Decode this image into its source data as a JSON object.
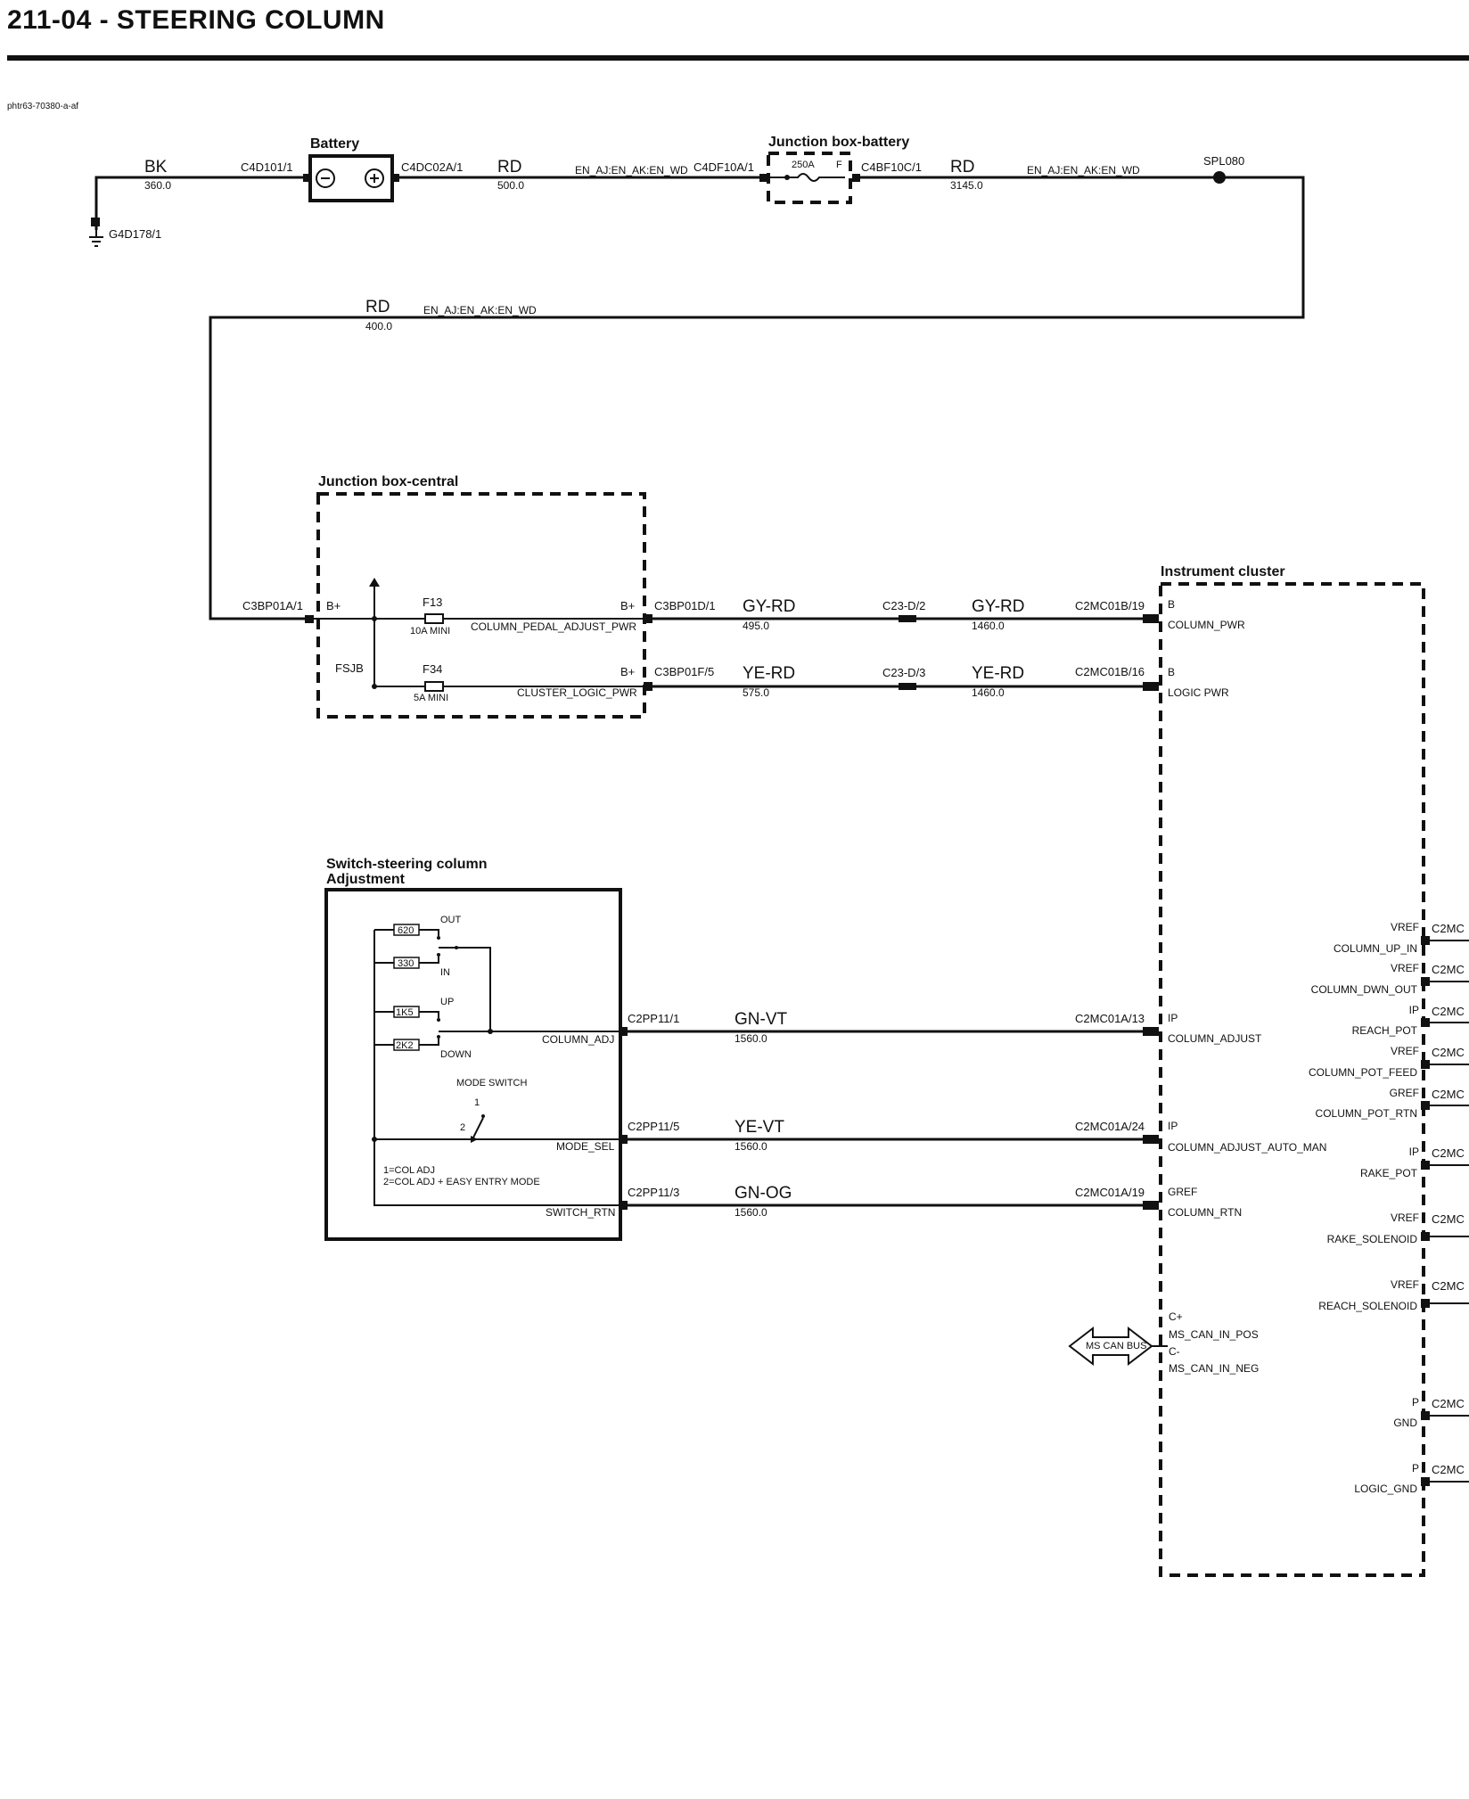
{
  "header": {
    "title": "211-04 - STEERING COLUMN",
    "doc_ref": "phtr63-70380-a-af"
  },
  "components": {
    "battery": "Battery",
    "jb_battery": "Junction box-battery",
    "jb_central": "Junction box-central",
    "switch": {
      "line1": "Switch-steering column",
      "line2": "Adjustment"
    },
    "cluster": "Instrument cluster"
  },
  "top_circuit": {
    "ground": "G4D178/1",
    "bk_color": "BK",
    "bk_len": "360.0",
    "c4d101": "C4D101/1",
    "c4dc02a": "C4DC02A/1",
    "rd1_color": "RD",
    "rd1_len": "500.0",
    "rd1_opt": "EN_AJ:EN_AK:EN_WD",
    "c4df10a": "C4DF10A/1",
    "fuse": "250A",
    "fuse_f": "F",
    "c4bf10c": "C4BF10C/1",
    "rd2_color": "RD",
    "rd2_len": "3145.0",
    "rd2_opt": "EN_AJ:EN_AK:EN_WD",
    "splice": "SPL080",
    "rd3_color": "RD",
    "rd3_len": "400.0",
    "rd3_opt": "EN_AJ:EN_AK:EN_WD"
  },
  "jb_central": {
    "c3bp01a": "C3BP01A/1",
    "bplus_in": "B+",
    "fsjb": "FSJB",
    "f13": "F13",
    "f13_rating": "10A MINI",
    "sig1": "COLUMN_PEDAL_ADJUST_PWR",
    "f34": "F34",
    "f34_rating": "5A MINI",
    "sig2": "CLUSTER_LOGIC_PWR",
    "bplus_out1": "B+",
    "bplus_out2": "B+"
  },
  "power_wires": [
    {
      "conn_from": "C3BP01D/1",
      "color1": "GY-RD",
      "len1": "495.0",
      "inline": "C23-D/2",
      "color2": "GY-RD",
      "len2": "1460.0",
      "conn_to": "C2MC01B/19",
      "pin_type": "B",
      "signal": "COLUMN_PWR"
    },
    {
      "conn_from": "C3BP01F/5",
      "color1": "YE-RD",
      "len1": "575.0",
      "inline": "C23-D/3",
      "color2": "YE-RD",
      "len2": "1460.0",
      "conn_to": "C2MC01B/16",
      "pin_type": "B",
      "signal": "LOGIC PWR"
    }
  ],
  "switch": {
    "resistors": [
      "620",
      "330",
      "1K5",
      "2K2"
    ],
    "positions": [
      "OUT",
      "IN",
      "UP",
      "DOWN"
    ],
    "mode_switch": "MODE SWITCH",
    "pos1": "1",
    "pos2": "2",
    "legend1": "1=COL ADJ",
    "legend2": "2=COL ADJ + EASY ENTRY MODE",
    "sig_adj": "COLUMN_ADJ",
    "sig_mode": "MODE_SEL",
    "sig_rtn": "SWITCH_RTN"
  },
  "switch_wires": [
    {
      "conn_from": "C2PP11/1",
      "color": "GN-VT",
      "len": "1560.0",
      "conn_to": "C2MC01A/13",
      "pin_type": "IP",
      "signal": "COLUMN_ADJUST"
    },
    {
      "conn_from": "C2PP11/5",
      "color": "YE-VT",
      "len": "1560.0",
      "conn_to": "C2MC01A/24",
      "pin_type": "IP",
      "signal": "COLUMN_ADJUST_AUTO_MAN"
    },
    {
      "conn_from": "C2PP11/3",
      "color": "GN-OG",
      "len": "1560.0",
      "conn_to": "C2MC01A/19",
      "pin_type": "GREF",
      "signal": "COLUMN_RTN"
    }
  ],
  "can": {
    "label": "MS CAN BUS",
    "cplus": "C+",
    "sig_pos": "MS_CAN_IN_POS",
    "cminus": "C-",
    "sig_neg": "MS_CAN_IN_NEG"
  },
  "right_pins": [
    {
      "type": "VREF",
      "signal": "COLUMN_UP_IN",
      "conn": "C2MC"
    },
    {
      "type": "VREF",
      "signal": "COLUMN_DWN_OUT",
      "conn": "C2MC"
    },
    {
      "type": "IP",
      "signal": "REACH_POT",
      "conn": "C2MC"
    },
    {
      "type": "VREF",
      "signal": "COLUMN_POT_FEED",
      "conn": "C2MC"
    },
    {
      "type": "GREF",
      "signal": "COLUMN_POT_RTN",
      "conn": "C2MC"
    },
    {
      "type": "IP",
      "signal": "RAKE_POT",
      "conn": "C2MC"
    },
    {
      "type": "VREF",
      "signal": "RAKE_SOLENOID",
      "conn": "C2MC"
    },
    {
      "type": "VREF",
      "signal": "REACH_SOLENOID",
      "conn": "C2MC"
    },
    {
      "type": "P",
      "signal": "GND",
      "conn": "C2MC"
    },
    {
      "type": "P",
      "signal": "LOGIC_GND",
      "conn": "C2MC"
    }
  ]
}
